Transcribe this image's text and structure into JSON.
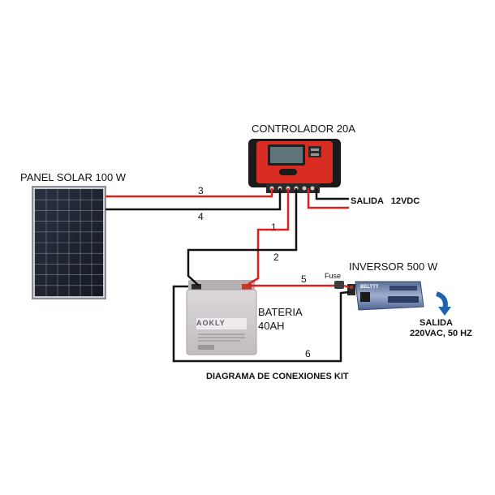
{
  "panel": {
    "label": "PANEL SOLAR 100 W"
  },
  "controller": {
    "label": "CONTROLADOR 20A",
    "output_label": "SALIDA   12VDC"
  },
  "battery": {
    "label_line1": "BATERIA",
    "label_line2": "40AH",
    "brand": "AOKLY"
  },
  "inverter": {
    "label": "INVERSOR 500 W",
    "fuse_label": "Fuse",
    "brand": "BELTTT"
  },
  "output": {
    "line1": "SALIDA",
    "line2": "220VAC, 50 HZ"
  },
  "wires": [
    "1",
    "2",
    "3",
    "4",
    "5",
    "6"
  ],
  "caption": "DIAGRAMA DE CONEXIONES KIT",
  "colors": {
    "positive": "#e0201c",
    "negative": "#111111",
    "arrow": "#1f63ae"
  }
}
